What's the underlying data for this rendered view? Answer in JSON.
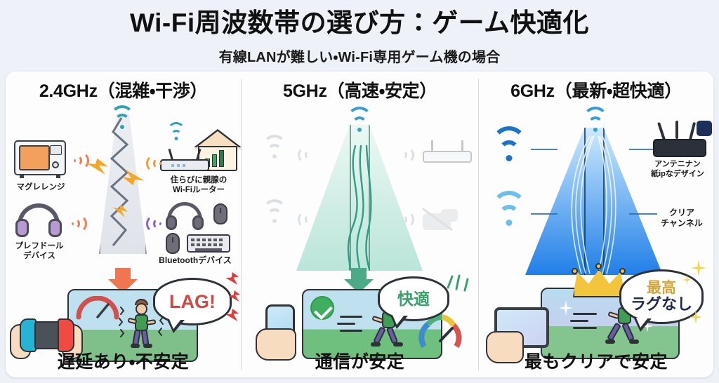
{
  "header": {
    "title": "Wi-Fi周波数帯の選び方：ゲーム快適化",
    "subtitle": "有線LANが難しい・Wi-Fi専用ゲーム機の場合"
  },
  "panels": [
    {
      "id": "panel-24ghz",
      "title": "2.4GHz（混雑・干渉）",
      "caption": "遅延あり・不安定",
      "bubble": {
        "text": "LAG!",
        "color": "#d04a44"
      },
      "labels": [
        {
          "name": "microwave-label",
          "text": "マグレレンジ"
        },
        {
          "name": "neighbor-router-label",
          "text": "住らびに親腺の\nWi-Fiルーター"
        },
        {
          "name": "headphone-label",
          "text": "プレフドール\nデバイス"
        },
        {
          "name": "bluetooth-devices-label",
          "text": "Bluetoothデバイス"
        }
      ],
      "arrow_color": "#f0764f",
      "accent": "#e8643c"
    },
    {
      "id": "panel-5ghz",
      "title": "5GHz（高速・安定）",
      "caption": "通信が安定",
      "bubble": {
        "text": "快適",
        "color": "#3aa06c"
      },
      "labels": [],
      "arrow_color": "#4aab86",
      "accent": "#3aa06c"
    },
    {
      "id": "panel-6ghz",
      "title": "6GHz（最新・超快適）",
      "caption": "最もクリアで安定",
      "bubble": {
        "line1": "最高",
        "line2": "ラグなし",
        "color1": "#d2a53a",
        "color2": "#1d2b4a"
      },
      "labels": [
        {
          "name": "antenna-design-label",
          "text": "アンテニナン\n紙ipなデザイン"
        },
        {
          "name": "clear-channel-label",
          "text": "クリア\nチャンネル"
        }
      ],
      "arrow_color": "#2f7fd6",
      "accent": "#1477e0"
    }
  ],
  "colors": {
    "page_background": "#eef1f7",
    "card_background": "#fdfdfd",
    "divider": "#d9d9d9",
    "text": "#111111"
  }
}
